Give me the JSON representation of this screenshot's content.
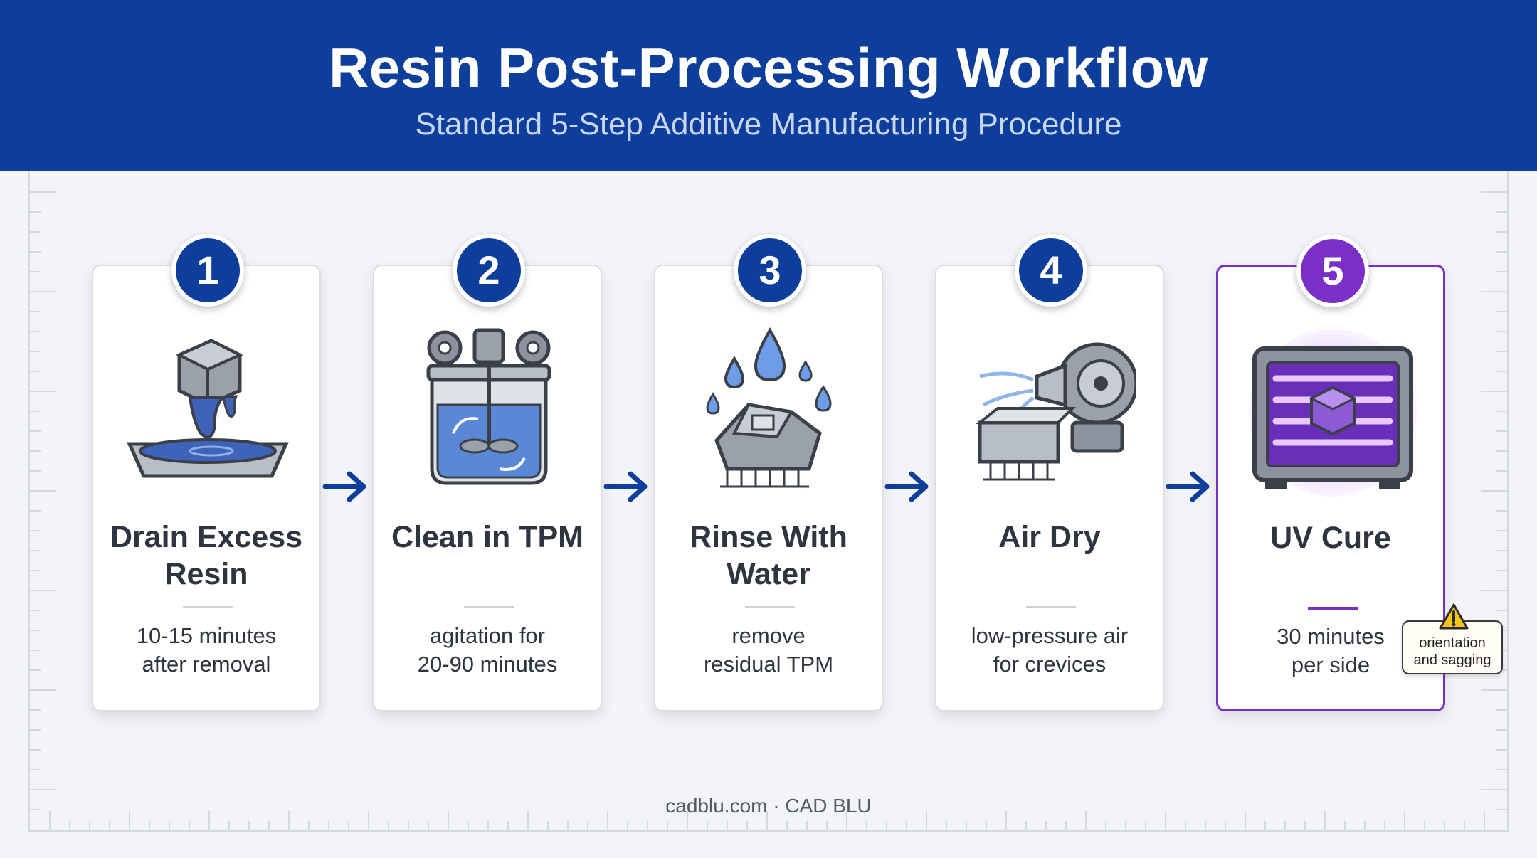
{
  "header": {
    "title": "Resin Post-Processing Workflow",
    "subtitle": "Standard 5-Step Additive Manufacturing Procedure"
  },
  "colors": {
    "primary": "#0d3e9c",
    "highlight": "#7a2fc9",
    "background": "#f3f4f7"
  },
  "steps": [
    {
      "number": "1",
      "title": "Drain Excess Resin",
      "description": "10-15 minutes\nafter removal",
      "icon": "draining-resin-icon"
    },
    {
      "number": "2",
      "title": "Clean in TPM",
      "description": "agitation for\n20-90 minutes",
      "icon": "agitation-tank-icon"
    },
    {
      "number": "3",
      "title": "Rinse With Water",
      "description": "remove\nresidual TPM",
      "icon": "water-rinse-icon"
    },
    {
      "number": "4",
      "title": "Air Dry",
      "description": "low-pressure air\nfor crevices",
      "icon": "air-blower-icon"
    },
    {
      "number": "5",
      "title": "UV Cure",
      "description": "30 minutes\nper side",
      "icon": "uv-oven-icon"
    }
  ],
  "warning": {
    "text": "orientation\nand sagging",
    "icon": "warning-icon"
  },
  "footer": "cadblu.com · CAD BLU"
}
